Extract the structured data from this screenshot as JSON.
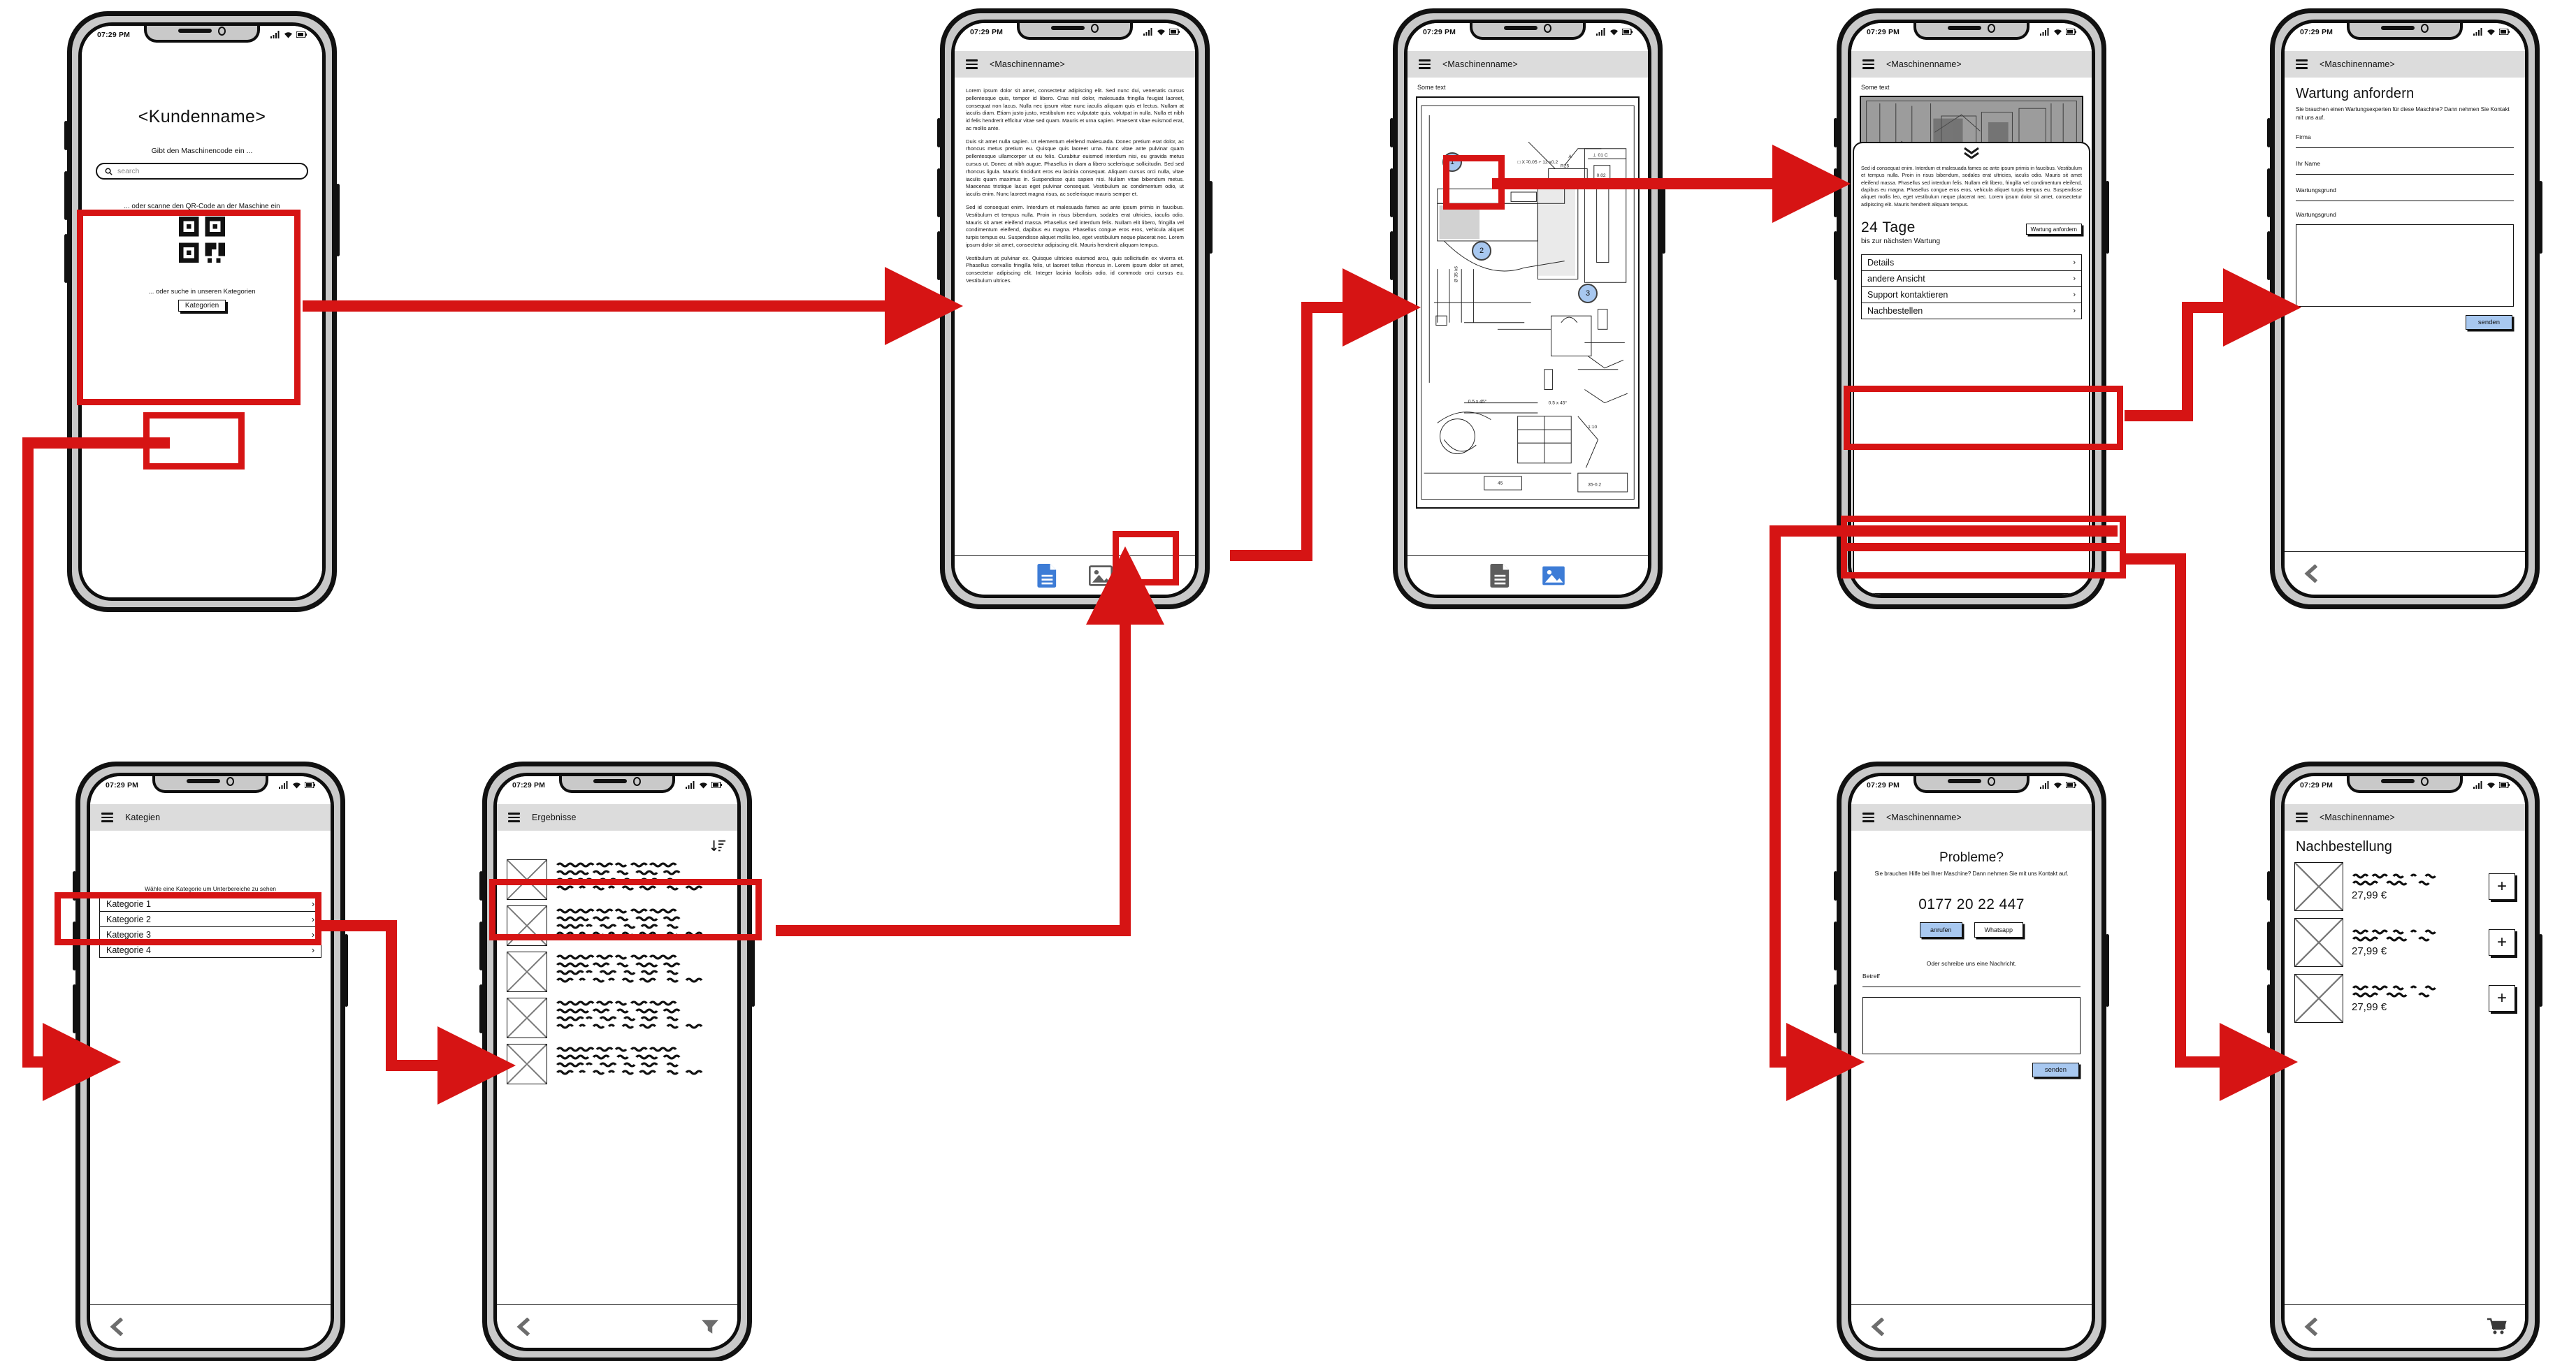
{
  "meta": {
    "status_time": "07:29 PM",
    "accent_red": "#d61414",
    "accent_blue": "#a8c8f0",
    "appbar_bg": "#dcdcdc"
  },
  "screens": {
    "start": {
      "title": "<Kundenname>",
      "code_label": "Gibt den Maschinencode ein ...",
      "search_placeholder": "search",
      "qr_label": "... oder scanne den QR-Code an der Maschine ein",
      "categories_label": "... oder suche in unseren Kategorien",
      "categories_button": "Kategorien"
    },
    "document": {
      "appbar_title": "<Maschinenname>",
      "paragraphs": [
        "Lorem ipsum dolor sit amet, consectetur adipiscing elit. Sed nunc dui, venenatis cursus pellentesque quis, tempor id libero. Cras nisl dolor, malesuada fringilla feugiat laoreet, consequat non lacus. Nulla nec ipsum vitae nunc iaculis aliquam quis et lectus. Nullam at iaculis diam. Etiam justo justo, vestibulum nec vulputate quis, volutpat in nulla. Nulla et nibh id felis hendrerit efficitur vitae sed quam. Mauris et urna sapien. Praesent vitae euismod erat, ac mollis ante.",
        "Duis sit amet nulla sapien. Ut elementum eleifend malesuada. Donec pretium erat dolor, ac rhoncus metus pretium eu. Quisque quis laoreet urna. Nunc vitae ante pulvinar quam pellentesque ullamcorper ut eu felis. Curabitur euismod interdum nisi, eu gravida metus cursus ut. Donec at nibh augue. Phasellus in diam a libero scelerisque sollicitudin. Sed sed rhoncus ligula. Mauris tincidunt eros eu lacinia consequat. Aliquam cursus orci nulla, vitae iaculis quam maximus in. Suspendisse quis sapien nisi. Nullam vitae bibendum metus. Maecenas tristique lacus eget pulvinar consequat. Vestibulum ac condimentum odio, ut iaculis enim. Nunc laoreet magna risus, ac scelerisque mauris semper et.",
        "Sed id consequat enim. Interdum et malesuada fames ac ante ipsum primis in faucibus. Vestibulum et tempus nulla. Proin in risus bibendum, sodales erat ultricies, iaculis odio. Mauris sit amet eleifend massa. Phasellus sed interdum felis. Nullam elit libero, fringilla vel condimentum eleifend, dapibus eu magna. Phasellus congue eros eros, vehicula aliquet turpis tempus eu. Suspendisse aliquet mollis leo, eget vestibulum neque placerat nec. Lorem ipsum dolor sit amet, consectetur adipiscing elit. Mauris hendrerit aliquam tempus.",
        "Vestibulum at pulvinar ex. Quisque ultricies euismod arcu, quis sollicitudin ex viverra et. Phasellus convallis fringilla felis, ut laoreet tellus rhoncus in. Lorem ipsum dolor sit amet, consectetur adipiscing elit. Integer lacinia facilisis odio, id commodo orci cursus eu. Vestibulum ultrices."
      ],
      "tab_document": "document-tab-icon",
      "tab_image": "image-tab-icon"
    },
    "drawing": {
      "appbar_title": "<Maschinenname>",
      "caption": "Some text",
      "markers": [
        "1",
        "2",
        "3"
      ]
    },
    "maintenance": {
      "appbar_title": "<Maschinenname>",
      "caption": "Some text",
      "sheet_text": "Sed id consequat enim. Interdum et malesuada fames ac ante ipsum primis in faucibus. Vestibulum et tempus nulla. Proin in risus bibendum, sodales erat ultricies, iaculis odio. Mauris sit amet eleifend massa. Phasellus sed interdum felis. Nullam elit libero, fringilla vel condimentum eleifend, dapibus eu magna. Phasellus congue eros eros, vehicula aliquet turpis tempus eu. Suspendisse aliquet mollis leo, eget vestibulum neque placerat nec. Lorem ipsum dolor sit amet, consectetur adipiscing elit. Mauris hendrerit aliquam tempus.",
      "days": "24 Tage",
      "days_sub": "bis zur nächsten Wartung",
      "request_button": "Wartung anfordern",
      "menu": [
        {
          "label": "Details",
          "chevron": "›"
        },
        {
          "label": "andere Ansicht",
          "chevron": "›"
        },
        {
          "label": "Support kontaktieren",
          "chevron": "›"
        },
        {
          "label": "Nachbestellen",
          "chevron": "›"
        }
      ]
    },
    "request_form": {
      "appbar_title": "<Maschinenname>",
      "title": "Wartung anfordern",
      "subtitle": "Sie brauchen einen Wartungsexperten für diese Maschine? Dann nehmen Sie Kontakt mit uns auf.",
      "fields": [
        "Firma",
        "Ihr Name",
        "Wartungsgrund",
        "Wartungsgrund"
      ],
      "send_button": "senden"
    },
    "categories": {
      "appbar_title": "Kategien",
      "hint": "Wähle eine Kategorie um Unterbereiche zu sehen",
      "items": [
        {
          "label": "Kategorie 1",
          "chevron": "›"
        },
        {
          "label": "Kategorie 2",
          "chevron": "›"
        },
        {
          "label": "Kategorie 3",
          "chevron": "›"
        },
        {
          "label": "Kategorie 4",
          "chevron": "›"
        }
      ]
    },
    "results": {
      "appbar_title": "Ergebnisse",
      "sort_icon": "sort-descending-icon",
      "row_count": 5,
      "filter_icon": "filter-icon"
    },
    "support": {
      "appbar_title": "<Maschinenname>",
      "title": "Probleme?",
      "subtitle": "Sie brauchen Hilfe bei Ihrer Maschine? Dann nehmen Sie mit uns Kontakt auf.",
      "phone": "0177 20 22 447",
      "call_button": "anrufen",
      "whatsapp_button": "Whatsapp",
      "message_hint": "Oder schreibe uns eine Nachricht.",
      "subject_label": "Betreff",
      "send_button": "senden"
    },
    "reorder": {
      "appbar_title": "<Maschinenname>",
      "title": "Nachbestellung",
      "items": [
        {
          "price": "27,99 €",
          "add": "+"
        },
        {
          "price": "27,99 €",
          "add": "+"
        },
        {
          "price": "27,99 €",
          "add": "+"
        }
      ],
      "cart_icon": "shopping-cart-icon"
    }
  }
}
